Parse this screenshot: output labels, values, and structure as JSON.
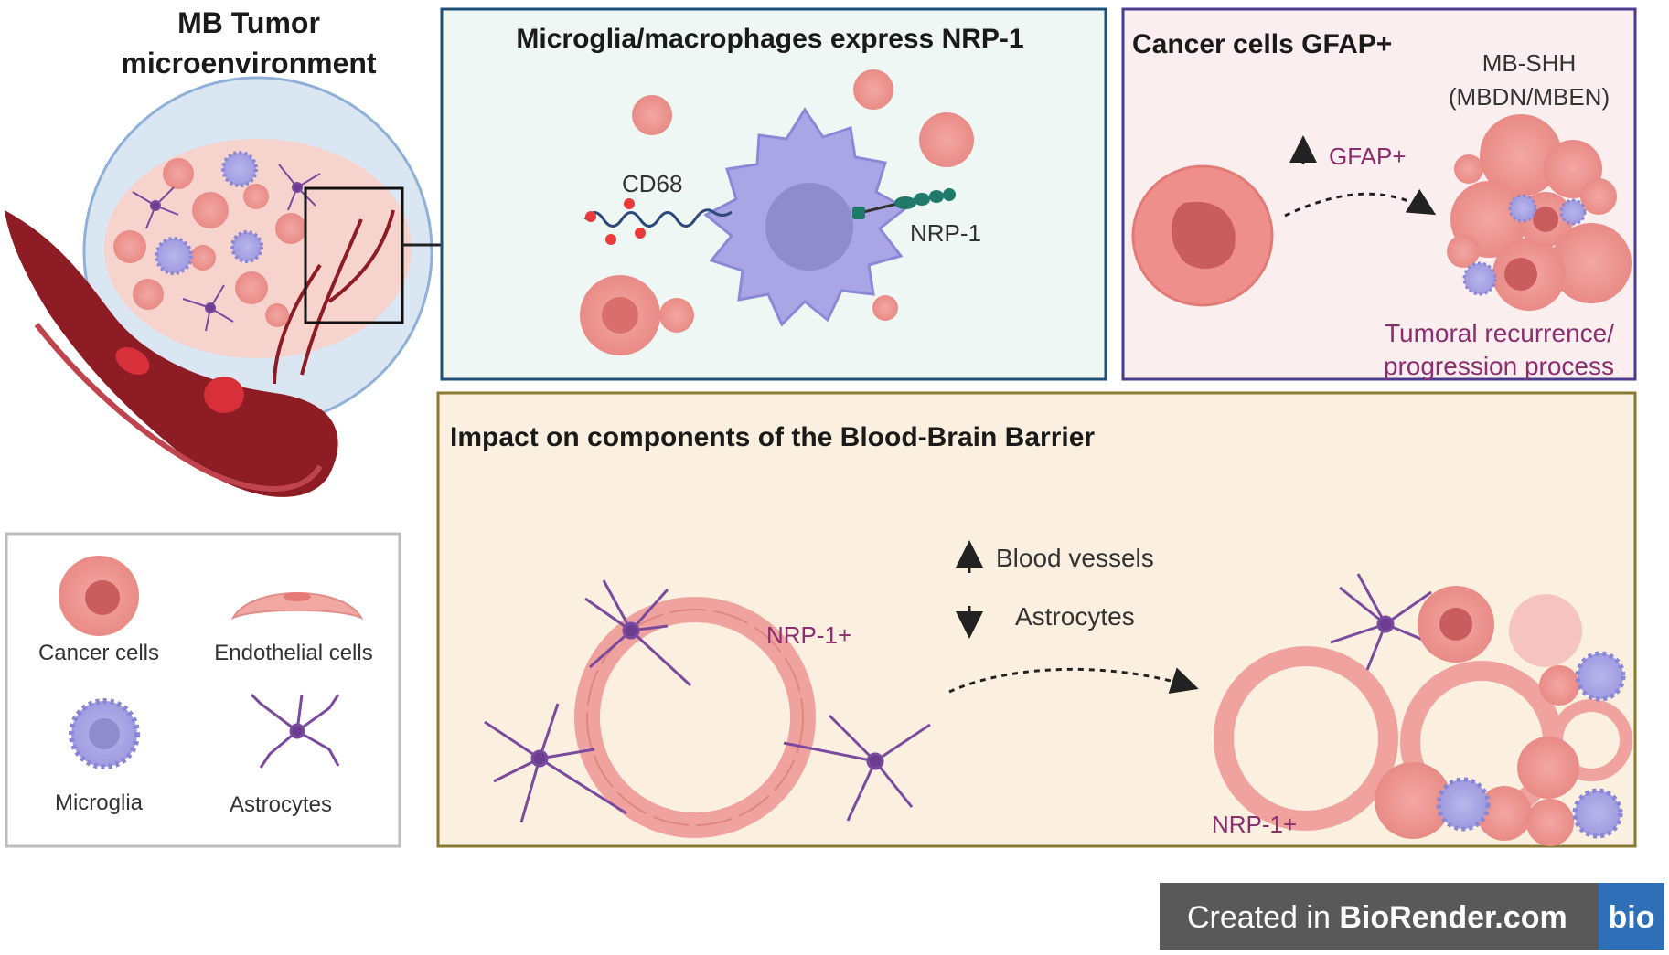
{
  "title": {
    "line1": "MB Tumor",
    "line2": "microenvironment"
  },
  "panel_microglia": {
    "heading": "Microglia/macrophages  express NRP-1",
    "label_cd68": "CD68",
    "label_nrp1": "NRP-1"
  },
  "panel_cancer": {
    "heading": "Cancer cells GFAP+",
    "subtype_line1": "MB-SHH",
    "subtype_line2": "(MBDN/MBEN)",
    "increase_label": "GFAP+",
    "outcome_line1": "Tumoral recurrence/",
    "outcome_line2": "progression process"
  },
  "panel_bbb": {
    "heading": "Impact on components of the Blood-Brain Barrier",
    "up_label": "Blood vessels",
    "down_label": "Astrocytes",
    "nrp1_left": "NRP-1+",
    "nrp1_right": "NRP-1+"
  },
  "legend": {
    "cancer": "Cancer cells",
    "endothelial": "Endothelial cells",
    "microglia": "Microglia",
    "astrocytes": "Astrocytes"
  },
  "badge": {
    "prefix": "Created in ",
    "brand": "BioRender.com",
    "logo": "bio"
  },
  "colors": {
    "microglia_panel_bg": "#eef7f4",
    "microglia_panel_border": "#1f4e79",
    "cancer_panel_bg": "#fbeeee",
    "cancer_panel_border": "#4b3b8f",
    "bbb_panel_bg": "#fbf0df",
    "bbb_panel_border": "#8a7a30",
    "accent_purple": "#8b2d6f",
    "badge_bg": "#595959",
    "badge_logo_bg": "#2e6fb7"
  }
}
